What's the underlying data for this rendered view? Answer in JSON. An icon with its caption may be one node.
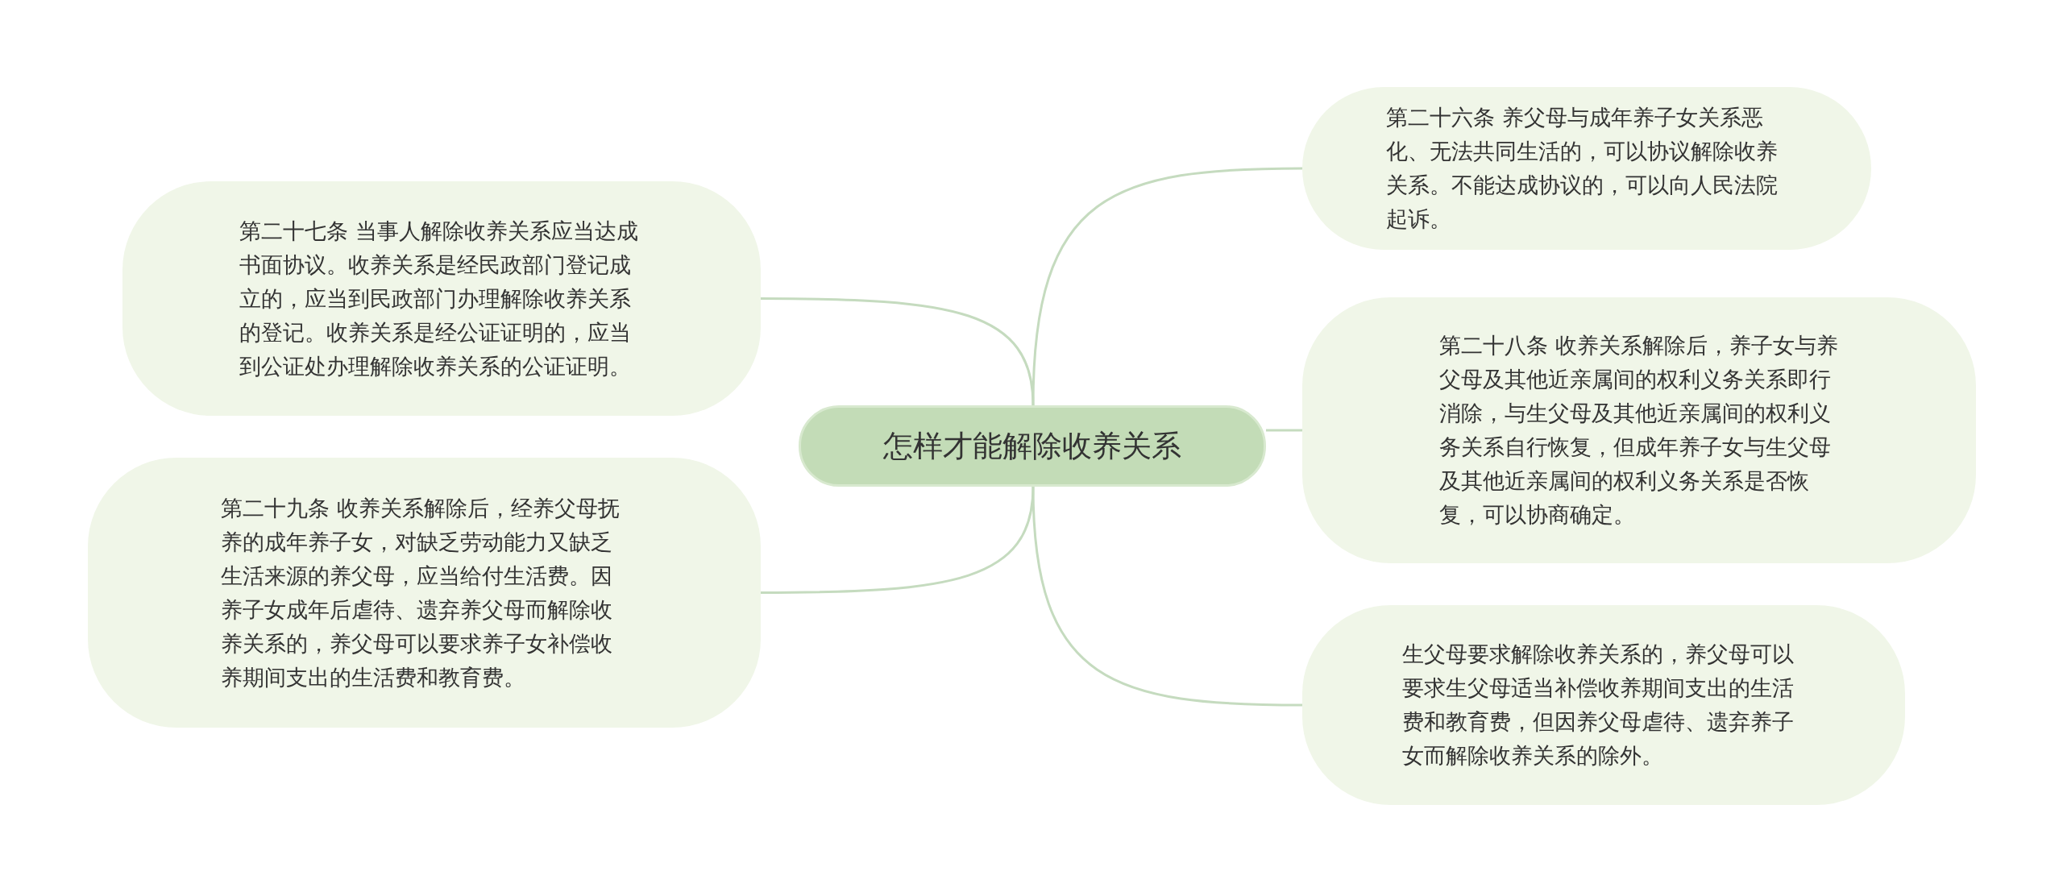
{
  "diagram": {
    "nodes": [
      {
        "text": [
          "怎样才能解除收养关系"
        ]
      },
      {
        "text": [
          "第二十六条 养父母与成年养子女关系恶化、无法共同生活的，可以协议解除收养关系。不能达成协议的，可以向人民法院起诉。"
        ]
      },
      {
        "text": [
          "第二十八条 收养关系解除后，养子女与养父母及其他近亲属间的权利义务关系即行消除，与生父母及其他近亲属间的权利义务关系自行恢复，但成年养子女与生父母及其他近亲属间的权利义务关系是否恢复，可以协商确定。"
        ]
      },
      {
        "text": [
          "生父母要求解除收养关系的，养父母可以要求生父母适当补偿收养期间支出的生活费和教育费，但因养父母虐待、遗弃养子女而解除收养关系的除外。"
        ]
      },
      {
        "text": [
          "第二十七条 当事人解除收养关系应当达成书面协议。收养关系是经民政部门登记成立的，应当到民政部门办理解除收养关系的登记。收养关系是经公证证明的，应当到公证处办理解除收养关系的公证证明。"
        ]
      },
      {
        "text": [
          "第二十九条 收养关系解除后，经养父母抚养的成年养子女，对缺乏劳动能力又缺乏生活来源的养父母，应当给付生活费。因养子女成年后虐待、遗弃养父母而解除收养关系的，养父母可以要求养子女补偿收养期间支出的生活费和教育费。"
        ]
      }
    ],
    "edges": [
      {
        "from": 0,
        "to": 1,
        "arrow": "none"
      },
      {
        "from": 0,
        "to": 2,
        "arrow": "none"
      },
      {
        "from": 0,
        "to": 3,
        "arrow": "none"
      },
      {
        "from": 0,
        "to": 4,
        "arrow": "none"
      },
      {
        "from": 0,
        "to": 5,
        "arrow": "none"
      }
    ]
  }
}
